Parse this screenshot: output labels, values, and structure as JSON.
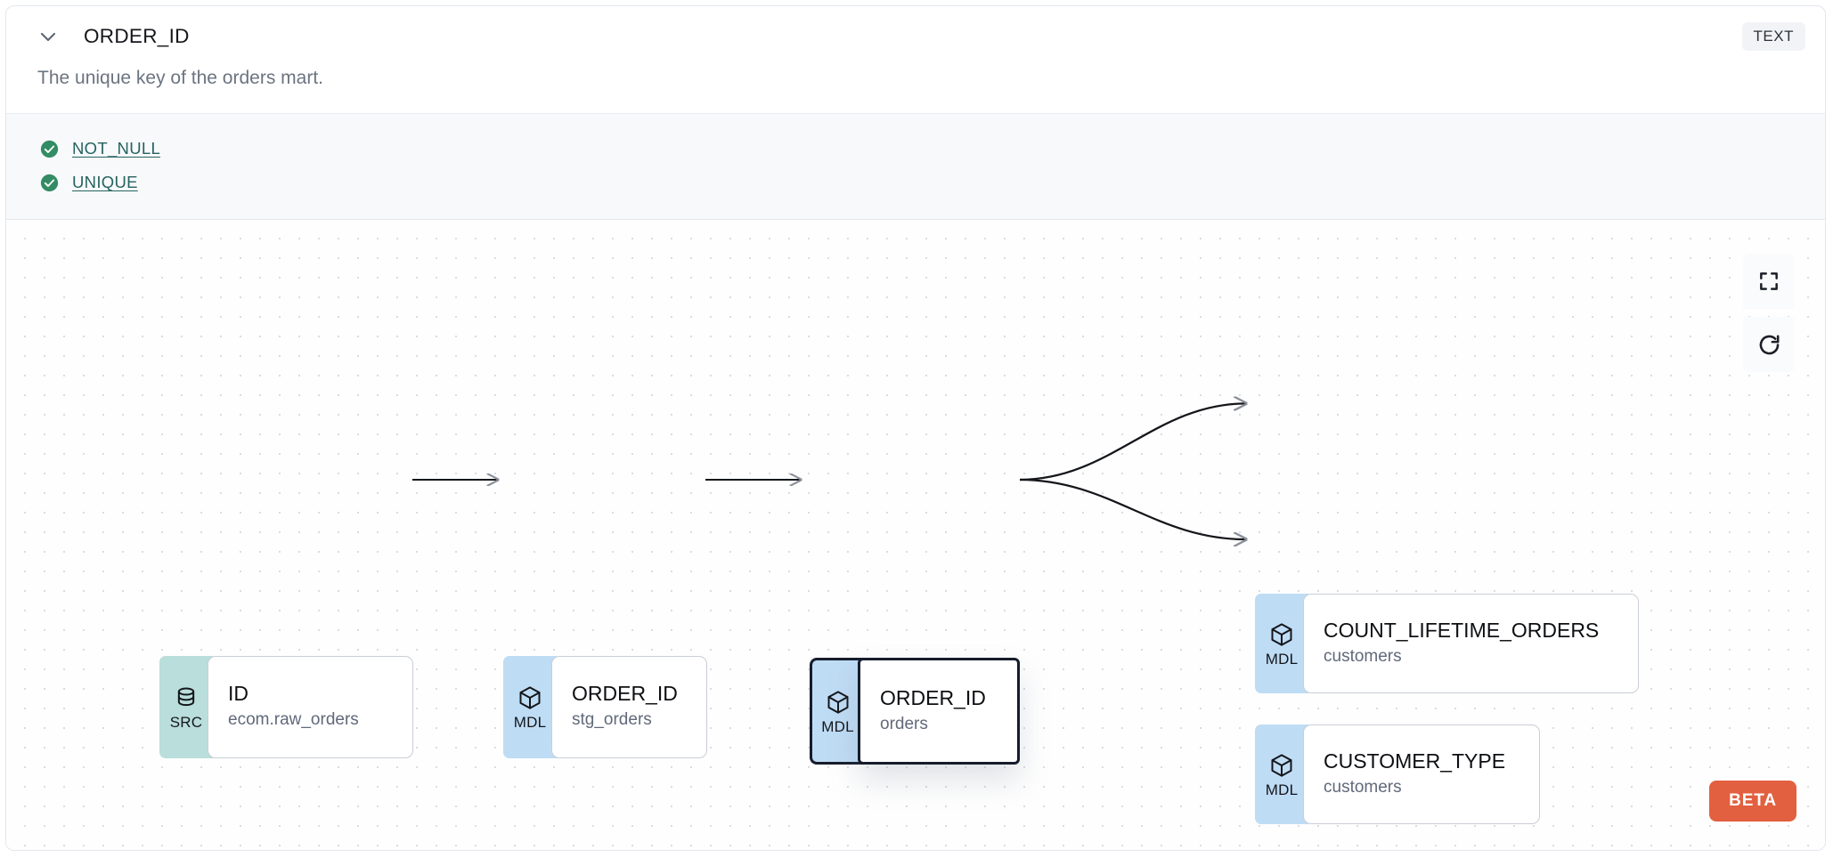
{
  "header": {
    "collapse_icon": "chevron-down-icon",
    "title": "ORDER_ID",
    "type_badge": "TEXT"
  },
  "description": "The unique key of the orders mart.",
  "tests": {
    "status_icon": "check-circle-icon",
    "items": [
      {
        "label": "NOT_NULL",
        "status": "pass"
      },
      {
        "label": "UNIQUE",
        "status": "pass"
      }
    ]
  },
  "lineage": {
    "controls": [
      {
        "name": "fit-view-button",
        "icon": "fit-screen-icon"
      },
      {
        "name": "refresh-button",
        "icon": "refresh-icon"
      }
    ],
    "beta_badge": "BETA",
    "nodes": [
      {
        "id": "src-id",
        "kind": "SRC",
        "name": "ID",
        "resource": "ecom.raw_orders",
        "icon": "database-icon",
        "selected": false
      },
      {
        "id": "mdl-stg-order-id",
        "kind": "MDL",
        "name": "ORDER_ID",
        "resource": "stg_orders",
        "icon": "cube-icon",
        "selected": false
      },
      {
        "id": "mdl-orders-order-id",
        "kind": "MDL",
        "name": "ORDER_ID",
        "resource": "orders",
        "icon": "cube-icon",
        "selected": true
      },
      {
        "id": "mdl-customers-count-lifetime-orders",
        "kind": "MDL",
        "name": "COUNT_LIFETIME_ORDERS",
        "resource": "customers",
        "icon": "cube-icon",
        "selected": false
      },
      {
        "id": "mdl-customers-customer-type",
        "kind": "MDL",
        "name": "CUSTOMER_TYPE",
        "resource": "customers",
        "icon": "cube-icon",
        "selected": false
      }
    ]
  },
  "colors": {
    "src_badge": "#b9dedb",
    "mdl_badge": "#bfdcf5",
    "test_pass": "#2f855a",
    "test_link": "#256360",
    "beta": "#e2603f",
    "selected_border": "#161c2b"
  }
}
